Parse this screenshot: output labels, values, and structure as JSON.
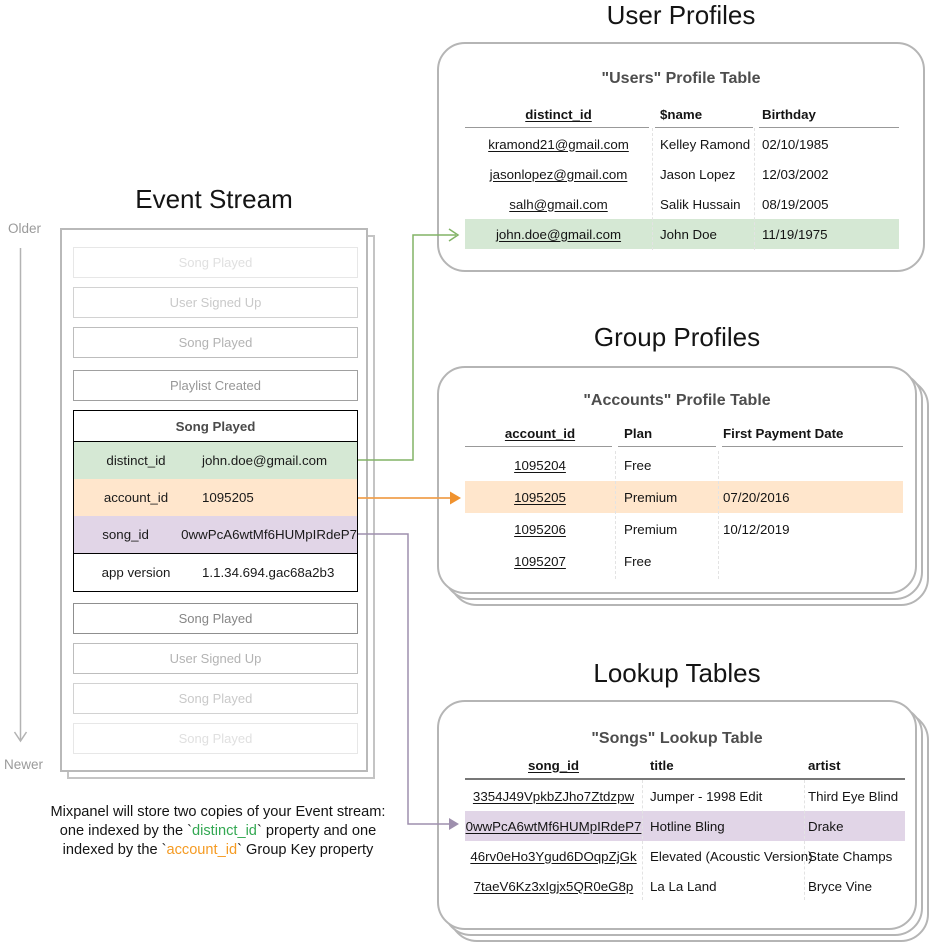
{
  "event_stream": {
    "title": "Event Stream",
    "older_label": "Older",
    "newer_label": "Newer",
    "events_before": [
      "Song Played",
      "User Signed Up",
      "Song Played",
      "Playlist Created"
    ],
    "expanded_event": {
      "title": "Song Played",
      "properties": [
        {
          "key": "distinct_id",
          "value": "john.doe@gmail.com",
          "highlight": "green"
        },
        {
          "key": "account_id",
          "value": "1095205",
          "highlight": "orange"
        },
        {
          "key": "song_id",
          "value": "0wwPcA6wtMf6HUMpIRdeP7",
          "highlight": "purple"
        },
        {
          "key": "app version",
          "value": "1.1.34.694.gac68a2b3",
          "highlight": "none"
        }
      ]
    },
    "events_after": [
      "Song Played",
      "User Signed Up",
      "Song Played",
      "Song Played"
    ]
  },
  "user_profiles": {
    "section_title": "User Profiles",
    "card_title": "\"Users\" Profile Table",
    "headers": [
      "distinct_id",
      "$name",
      "Birthday"
    ],
    "rows": [
      [
        "kramond21@gmail.com",
        "Kelley Ramond",
        "02/10/1985"
      ],
      [
        "jasonlopez@gmail.com",
        "Jason Lopez",
        "12/03/2002"
      ],
      [
        "salh@gmail.com",
        "Salik Hussain",
        "08/19/2005"
      ],
      [
        "john.doe@gmail.com",
        "John Doe",
        "11/19/1975"
      ]
    ],
    "highlighted_row_index": 3,
    "highlight_color": "#d5e8d4"
  },
  "group_profiles": {
    "section_title": "Group Profiles",
    "card_title": "\"Accounts\" Profile Table",
    "headers": [
      "account_id",
      "Plan",
      "First Payment Date"
    ],
    "rows": [
      [
        "1095204",
        "Free",
        ""
      ],
      [
        "1095205",
        "Premium",
        "07/20/2016"
      ],
      [
        "1095206",
        "Premium",
        "10/12/2019"
      ],
      [
        "1095207",
        "Free",
        ""
      ]
    ],
    "highlighted_row_index": 1,
    "highlight_color": "#ffe6cc"
  },
  "lookup_tables": {
    "section_title": "Lookup Tables",
    "card_title": "\"Songs\" Lookup Table",
    "headers": [
      "song_id",
      "title",
      "artist"
    ],
    "rows": [
      [
        "3354J49VpkbZJho7Ztdzpw",
        "Jumper - 1998 Edit",
        "Third Eye Blind"
      ],
      [
        "0wwPcA6wtMf6HUMpIRdeP7",
        "Hotline Bling",
        "Drake"
      ],
      [
        "46rv0eHo3Ygud6DOqpZjGk",
        "Elevated (Acoustic Version)",
        "State Champs"
      ],
      [
        "7taeV6Kz3xIgjx5QR0eG8p",
        "La La Land",
        "Bryce Vine"
      ]
    ],
    "highlighted_row_index": 1,
    "highlight_color": "#e1d5e7"
  },
  "caption": {
    "line1": "Mixpanel will store two copies of your Event stream:",
    "line2_prefix": "one indexed by the `",
    "line2_highlight": "distinct_id",
    "line2_suffix": "` property and one",
    "line3_prefix": "indexed by the `",
    "line3_highlight": "account_id",
    "line3_suffix": "` Group Key property",
    "green_color": "#33a852",
    "orange_color": "#f59b23"
  },
  "connector_colors": {
    "distinct_id_arrow": "#82b366",
    "account_id_arrow": "#f0a04e",
    "song_id_arrow": "#9e8fad",
    "timeline_arrow": "#b3b3b3"
  }
}
